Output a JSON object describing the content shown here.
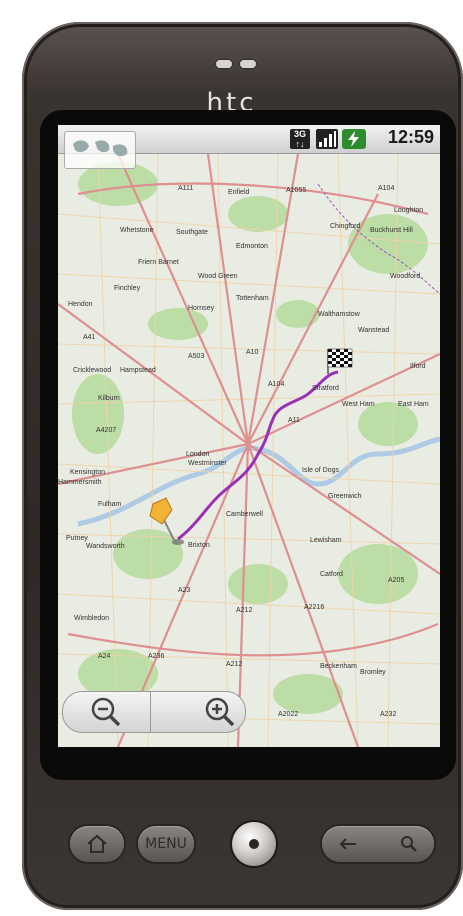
{
  "device": {
    "brand": "htc"
  },
  "status_bar": {
    "network": "3G",
    "time": "12:59"
  },
  "map": {
    "labels": [
      {
        "text": "A111"
      },
      {
        "text": "Enfield"
      },
      {
        "text": "A1055"
      },
      {
        "text": "A104"
      },
      {
        "text": "Whetstone"
      },
      {
        "text": "Southgate"
      },
      {
        "text": "Edmonton"
      },
      {
        "text": "Chingford"
      },
      {
        "text": "Buckhurst Hill"
      },
      {
        "text": "Loughton"
      },
      {
        "text": "Friern Barnet"
      },
      {
        "text": "Wood Green"
      },
      {
        "text": "Finchley"
      },
      {
        "text": "Tottenham"
      },
      {
        "text": "Walthamstow"
      },
      {
        "text": "Woodford"
      },
      {
        "text": "Hendon"
      },
      {
        "text": "Hornsey"
      },
      {
        "text": "Wanstead"
      },
      {
        "text": "A41"
      },
      {
        "text": "A503"
      },
      {
        "text": "A10"
      },
      {
        "text": "Ilford"
      },
      {
        "text": "Cricklewood"
      },
      {
        "text": "Hampstead"
      },
      {
        "text": "A104"
      },
      {
        "text": "Stratford"
      },
      {
        "text": "Kilburn"
      },
      {
        "text": "West Ham"
      },
      {
        "text": "East Ham"
      },
      {
        "text": "A4207"
      },
      {
        "text": "A11"
      },
      {
        "text": "London"
      },
      {
        "text": "Westminster"
      },
      {
        "text": "Kensington"
      },
      {
        "text": "Hammersmith"
      },
      {
        "text": "Isle of Dogs"
      },
      {
        "text": "Fulham"
      },
      {
        "text": "Camberwell"
      },
      {
        "text": "Greenwich"
      },
      {
        "text": "Putney"
      },
      {
        "text": "Wandsworth"
      },
      {
        "text": "Brixton"
      },
      {
        "text": "Lewisham"
      },
      {
        "text": "Catford"
      },
      {
        "text": "A23"
      },
      {
        "text": "A205"
      },
      {
        "text": "Wimbledon"
      },
      {
        "text": "A212"
      },
      {
        "text": "A2216"
      },
      {
        "text": "A24"
      },
      {
        "text": "A236"
      },
      {
        "text": "Beckenham"
      },
      {
        "text": "Bromley"
      },
      {
        "text": "A212"
      },
      {
        "text": "A2022"
      },
      {
        "text": "A232"
      }
    ]
  },
  "zoom": {
    "out_icon": "zoom-out-icon",
    "in_icon": "zoom-in-icon"
  },
  "hardware": {
    "home_icon": "home-icon",
    "menu_label": "MENU",
    "back_icon": "back-icon",
    "search_icon": "search-icon"
  },
  "colors": {
    "route": "#9a2fb8",
    "map_bg": "#e9ece2",
    "park": "#b8dca0",
    "road_major": "#e7a1a1",
    "road_minor": "#f3d9b0"
  }
}
